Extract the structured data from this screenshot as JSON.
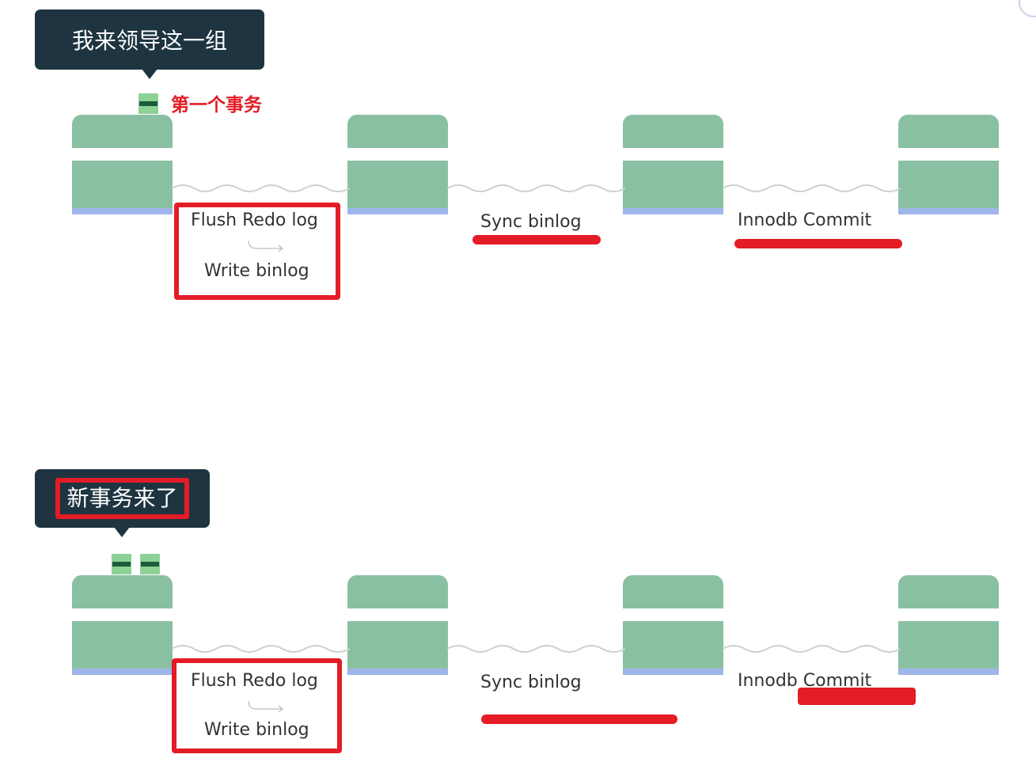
{
  "panels": [
    {
      "tooltip": "我来领导这一组",
      "transaction_label": "第一个事务",
      "steps": {
        "flush": "Flush Redo log",
        "write": "Write binlog",
        "sync": "Sync binlog",
        "commit": "Innodb Commit"
      }
    },
    {
      "tooltip": "新事务来了",
      "steps": {
        "flush": "Flush Redo log",
        "write": "Write binlog",
        "sync": "Sync binlog",
        "commit": "Innodb Commit"
      }
    }
  ],
  "colors": {
    "stage": "#8ac0a2",
    "stage_base": "#9fb6ea",
    "token": "#8ed197",
    "tooltip_bg": "#1e3440",
    "highlight": "#e31c26"
  }
}
